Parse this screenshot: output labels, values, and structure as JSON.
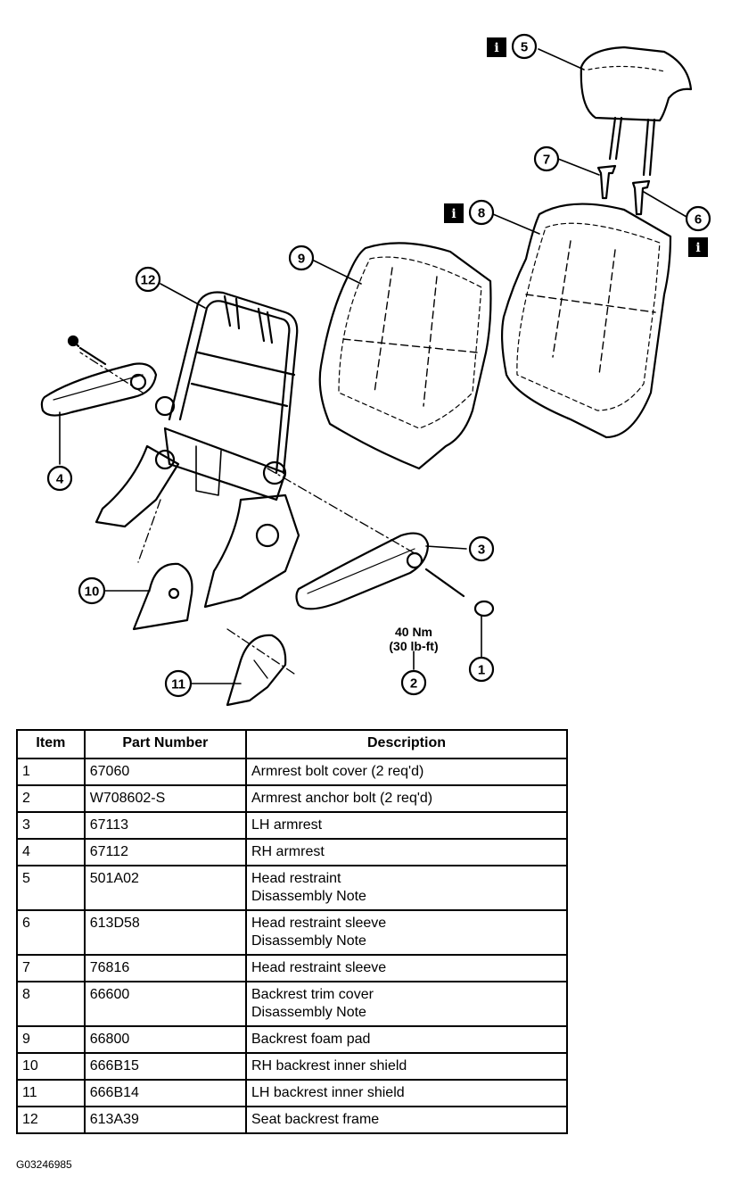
{
  "diagram": {
    "callouts": [
      "1",
      "2",
      "3",
      "4",
      "5",
      "6",
      "7",
      "8",
      "9",
      "10",
      "11",
      "12"
    ],
    "info_marker": "i",
    "torque": {
      "line1": "40 Nm",
      "line2": "(30 lb-ft)"
    }
  },
  "table": {
    "headers": {
      "item": "Item",
      "part_number": "Part Number",
      "description": "Description"
    },
    "rows": [
      {
        "item": "1",
        "part": "67060",
        "desc": "Armrest bolt cover (2 req'd)",
        "note": ""
      },
      {
        "item": "2",
        "part": "W708602-S",
        "desc": "Armrest anchor bolt (2 req'd)",
        "note": ""
      },
      {
        "item": "3",
        "part": "67113",
        "desc": "LH armrest",
        "note": ""
      },
      {
        "item": "4",
        "part": "67112",
        "desc": "RH armrest",
        "note": ""
      },
      {
        "item": "5",
        "part": "501A02",
        "desc": "Head restraint",
        "note": "Disassembly Note"
      },
      {
        "item": "6",
        "part": "613D58",
        "desc": "Head restraint sleeve",
        "note": "Disassembly Note"
      },
      {
        "item": "7",
        "part": "76816",
        "desc": "Head restraint sleeve",
        "note": ""
      },
      {
        "item": "8",
        "part": "66600",
        "desc": "Backrest trim cover",
        "note": "Disassembly Note"
      },
      {
        "item": "9",
        "part": "66800",
        "desc": "Backrest foam pad",
        "note": ""
      },
      {
        "item": "10",
        "part": "666B15",
        "desc": "RH backrest inner shield",
        "note": ""
      },
      {
        "item": "11",
        "part": "666B14",
        "desc": "LH backrest inner shield",
        "note": ""
      },
      {
        "item": "12",
        "part": "613A39",
        "desc": "Seat backrest frame",
        "note": ""
      }
    ]
  },
  "figure_id": "G03246985"
}
